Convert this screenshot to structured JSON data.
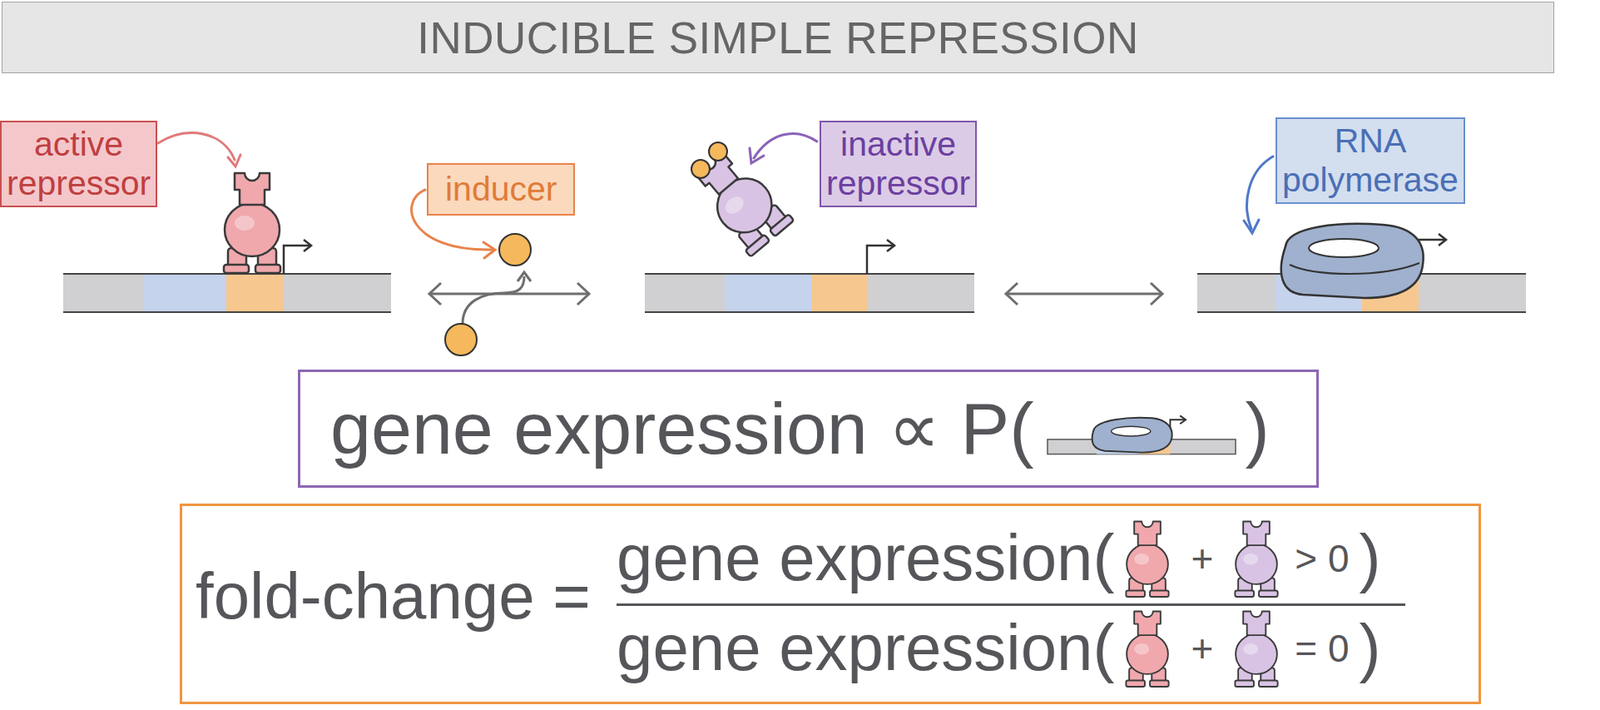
{
  "diagram": {
    "title": "INDUCIBLE SIMPLE REPRESSION",
    "nodes": [
      {
        "text": [
          "active repressor"
        ]
      },
      {
        "text": [
          "inducer"
        ]
      },
      {
        "text": [
          "inactive repressor"
        ]
      },
      {
        "text": [
          "RNA polymerase"
        ]
      },
      {
        "text": [
          "gene expression ∝ P(",
          ")"
        ]
      },
      {
        "text": [
          "fold-change =",
          "gene expression(",
          "+",
          "> 0",
          ")",
          "gene expression(",
          "+",
          "= 0",
          ")"
        ]
      }
    ]
  }
}
